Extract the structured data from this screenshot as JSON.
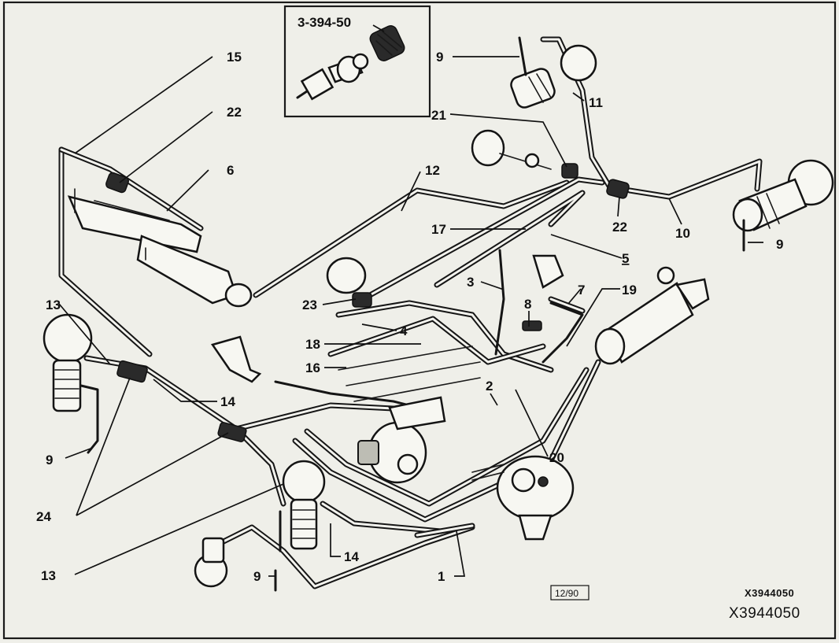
{
  "tool_label": "3-394-50",
  "callouts": [
    "15",
    "22",
    "6",
    "9",
    "11",
    "21",
    "12",
    "22",
    "10",
    "9",
    "17",
    "5",
    "3",
    "7",
    "19",
    "8",
    "23",
    "4",
    "18",
    "13",
    "16",
    "14",
    "2",
    "20",
    "9",
    "24",
    "13",
    "14",
    "9",
    "1"
  ],
  "date_code": "12/90",
  "ref_code_small": "X3944050",
  "ref_code_large": "X3944050"
}
